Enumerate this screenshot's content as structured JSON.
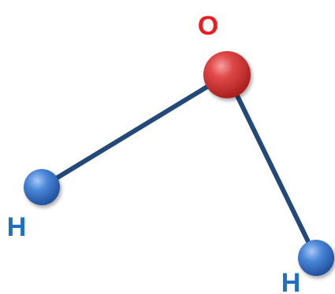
{
  "molecule": {
    "atoms": [
      {
        "symbol": "O",
        "role": "oxygen",
        "label_color": "#ee1c1c",
        "sphere_color": "#d93a3a"
      },
      {
        "symbol": "H",
        "role": "hydrogen-left",
        "label_color": "#1f6fc2",
        "sphere_color": "#3f7fd6"
      },
      {
        "symbol": "H",
        "role": "hydrogen-right",
        "label_color": "#1f6fc2",
        "sphere_color": "#3f7fd6"
      }
    ],
    "bonds": [
      {
        "from": "O",
        "to": "H-left"
      },
      {
        "from": "O",
        "to": "H-right"
      }
    ],
    "bond_color": "#22497a"
  }
}
